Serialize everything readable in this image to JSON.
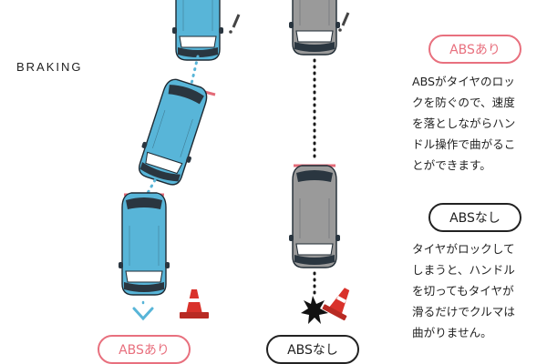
{
  "heading": "BRAKING",
  "left_pill": "ABSあり",
  "right_pill": "ABSなし",
  "panel": {
    "with_abs": {
      "label": "ABSあり",
      "text": "ABSがタイヤのロッ\nクを防ぐので、速度\nを落としながらハン\nドル操作で曲がるこ\nとができます。"
    },
    "without_abs": {
      "label": "ABSなし",
      "text": "タイヤがロックして\nしまうと、ハンドル\nを切ってもタイヤが\n滑るだけでクルマは\n曲がりません。"
    }
  },
  "colors": {
    "abs_car": "#58b5d8",
    "no_abs_car": "#9a9a9a",
    "cone": "#d9322b",
    "accent_pink": "#e8707e",
    "dark": "#222222"
  }
}
